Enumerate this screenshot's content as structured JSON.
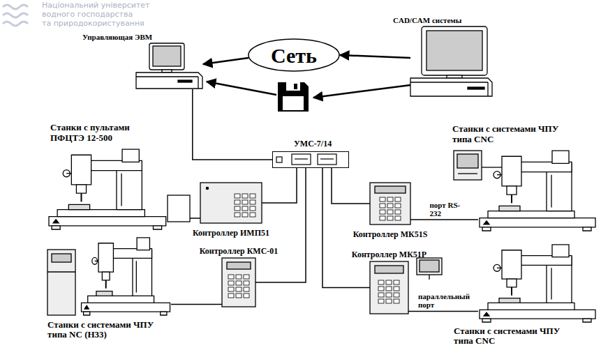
{
  "diagram": {
    "nodes": [
      {
        "text": [
          "Управляющая ЭВМ"
        ]
      },
      {
        "text": [
          "Сеть"
        ]
      },
      {
        "text": [
          "CAD/CAM системы"
        ]
      },
      {
        "text": [
          "УМС-7/14"
        ]
      },
      {
        "text": [
          "Станки с пультами ПФЦТЭ 12-500"
        ]
      },
      {
        "text": [
          "Станки с системами ЧПУ типа CNC"
        ]
      },
      {
        "text": [
          "Контроллер ИМП51"
        ]
      },
      {
        "text": [
          "Контроллер МК51S"
        ]
      },
      {
        "text": [
          "Контроллер КМС-01"
        ]
      },
      {
        "text": [
          "Контроллер МК51Р"
        ]
      },
      {
        "text": [
          "Станки с системами ЧПУ типа NC (Н33)"
        ]
      },
      {
        "text": [
          "Станки с системами ЧПУ типа CNC"
        ]
      }
    ],
    "edges": [
      {
        "from": 1,
        "to": 0,
        "arrow": "to"
      },
      {
        "from": 2,
        "to": 1,
        "arrow": "to"
      },
      {
        "from": 0,
        "to": 3,
        "arrow": "none"
      },
      {
        "from": 3,
        "to": 6,
        "arrow": "none"
      },
      {
        "from": 6,
        "to": 4,
        "arrow": "none"
      },
      {
        "from": 3,
        "to": 8,
        "arrow": "none"
      },
      {
        "from": 8,
        "to": 10,
        "arrow": "none"
      },
      {
        "from": 3,
        "to": 7,
        "arrow": "none"
      },
      {
        "from": 7,
        "to": 5,
        "arrow": "none",
        "label": "порт RS-232"
      },
      {
        "from": 3,
        "to": 9,
        "arrow": "none"
      },
      {
        "from": 9,
        "to": 11,
        "arrow": "none",
        "label": "параллельный порт"
      }
    ],
    "labels": [
      "Національний університет",
      "водного господарства",
      "та природокористування"
    ]
  }
}
